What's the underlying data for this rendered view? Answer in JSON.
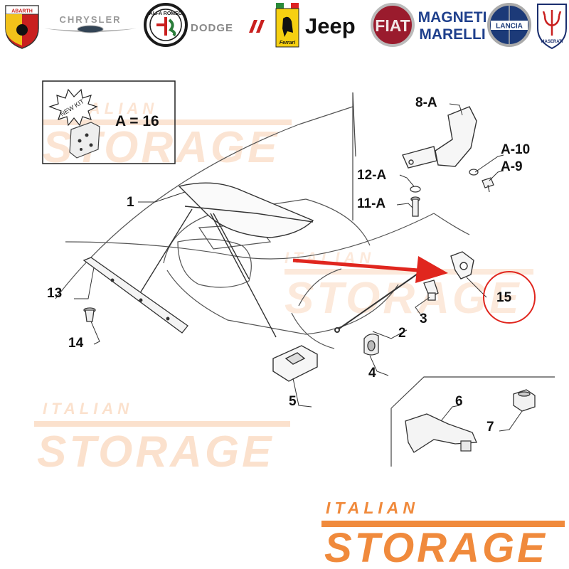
{
  "brands": {
    "abarth": "ABARTH",
    "chrysler": "CHRYSLER",
    "alfa": "ALFA ROMEO",
    "dodge": "DODGE",
    "ferrari": "Ferrari",
    "jeep": "Jeep",
    "fiat": "FIAT",
    "magneti_line1": "MAGNETI",
    "magneti_line2": "MARELLI",
    "lancia": "LANCIA",
    "maserati": "MASERATI"
  },
  "kit": {
    "badge": "NEW KIT",
    "formula": "A = 16"
  },
  "callouts": {
    "c1": "1",
    "c2": "2",
    "c3": "3",
    "c4": "4",
    "c5": "5",
    "c6": "6",
    "c7": "7",
    "c8a": "8-A",
    "c9a": "A-9",
    "c10a": "A-10",
    "c11a": "11-A",
    "c12a": "12-A",
    "c13": "13",
    "c14": "14",
    "c15": "15"
  },
  "watermark": {
    "line1": "ITALIAN",
    "line2": "STORAGE"
  },
  "colors": {
    "accent_orange": "#f08a3c",
    "highlight_red": "#e0261e",
    "line_gray": "#333333"
  }
}
